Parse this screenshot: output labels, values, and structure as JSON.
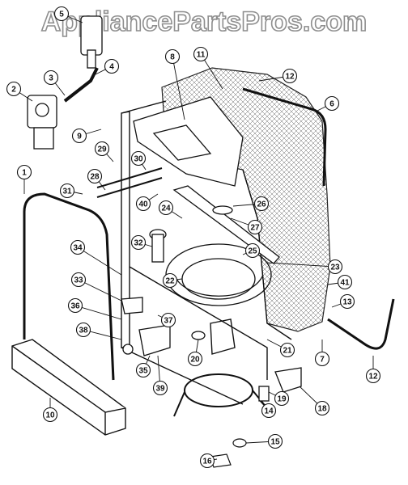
{
  "watermark": "AppliancePartsPros.com",
  "callouts": [
    "1",
    "2",
    "3",
    "4",
    "5",
    "6",
    "7",
    "8",
    "9",
    "10",
    "11",
    "12",
    "12",
    "13",
    "14",
    "15",
    "16",
    "18",
    "19",
    "20",
    "21",
    "22",
    "23",
    "24",
    "25",
    "26",
    "27",
    "28",
    "29",
    "30",
    "31",
    "32",
    "33",
    "34",
    "35",
    "36",
    "37",
    "38",
    "39",
    "40",
    "41"
  ],
  "colors": {
    "ink": "#111111",
    "watermark_fill": "#ffffff",
    "watermark_outline": "#8e8e8e",
    "background": "#ffffff"
  }
}
